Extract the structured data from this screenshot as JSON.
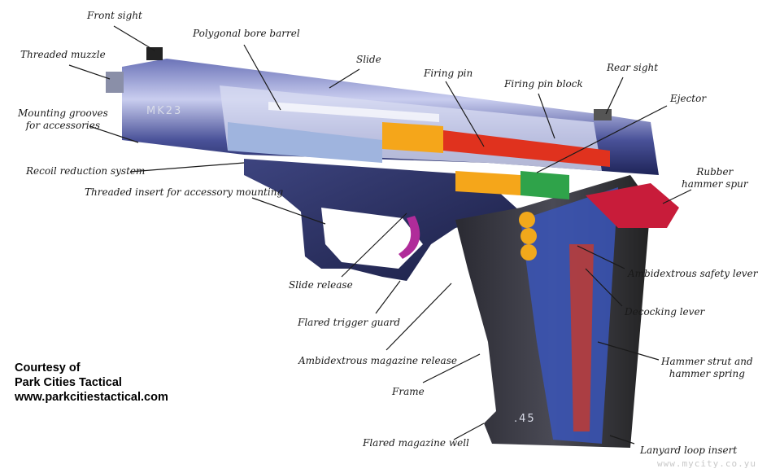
{
  "labels": {
    "front_sight": "Front sight",
    "polygonal_bore_barrel": "Polygonal bore barrel",
    "threaded_muzzle": "Threaded muzzle",
    "slide": "Slide",
    "firing_pin": "Firing pin",
    "firing_pin_block": "Firing pin block",
    "rear_sight": "Rear sight",
    "ejector": "Ejector",
    "mounting_grooves_1": "Mounting grooves",
    "mounting_grooves_2": "for accessories",
    "rubber_hammer_spur_1": "Rubber",
    "rubber_hammer_spur_2": "hammer spur",
    "recoil_reduction_system": "Recoil reduction system",
    "threaded_insert": "Threaded insert for accessory mounting",
    "ambidextrous_safety_lever": "Ambidextrous safety lever",
    "slide_release": "Slide release",
    "decocking_lever": "Decocking lever",
    "flared_trigger_guard": "Flared trigger guard",
    "ambidextrous_magazine_release": "Ambidextrous magazine release",
    "hammer_strut_1": "Hammer strut and",
    "hammer_strut_2": "hammer spring",
    "frame": "Frame",
    "flared_magazine_well": "Flared magazine well",
    "lanyard_loop_insert": "Lanyard loop insert"
  },
  "engraving": {
    "slide_mark": "MK23",
    "grip_mark": ".45"
  },
  "credit": {
    "line1": "Courtesy of",
    "line2": "Park Cities Tactical",
    "line3": "www.parkcitiestactical.com"
  },
  "watermark": "www.mycity.co.yu"
}
